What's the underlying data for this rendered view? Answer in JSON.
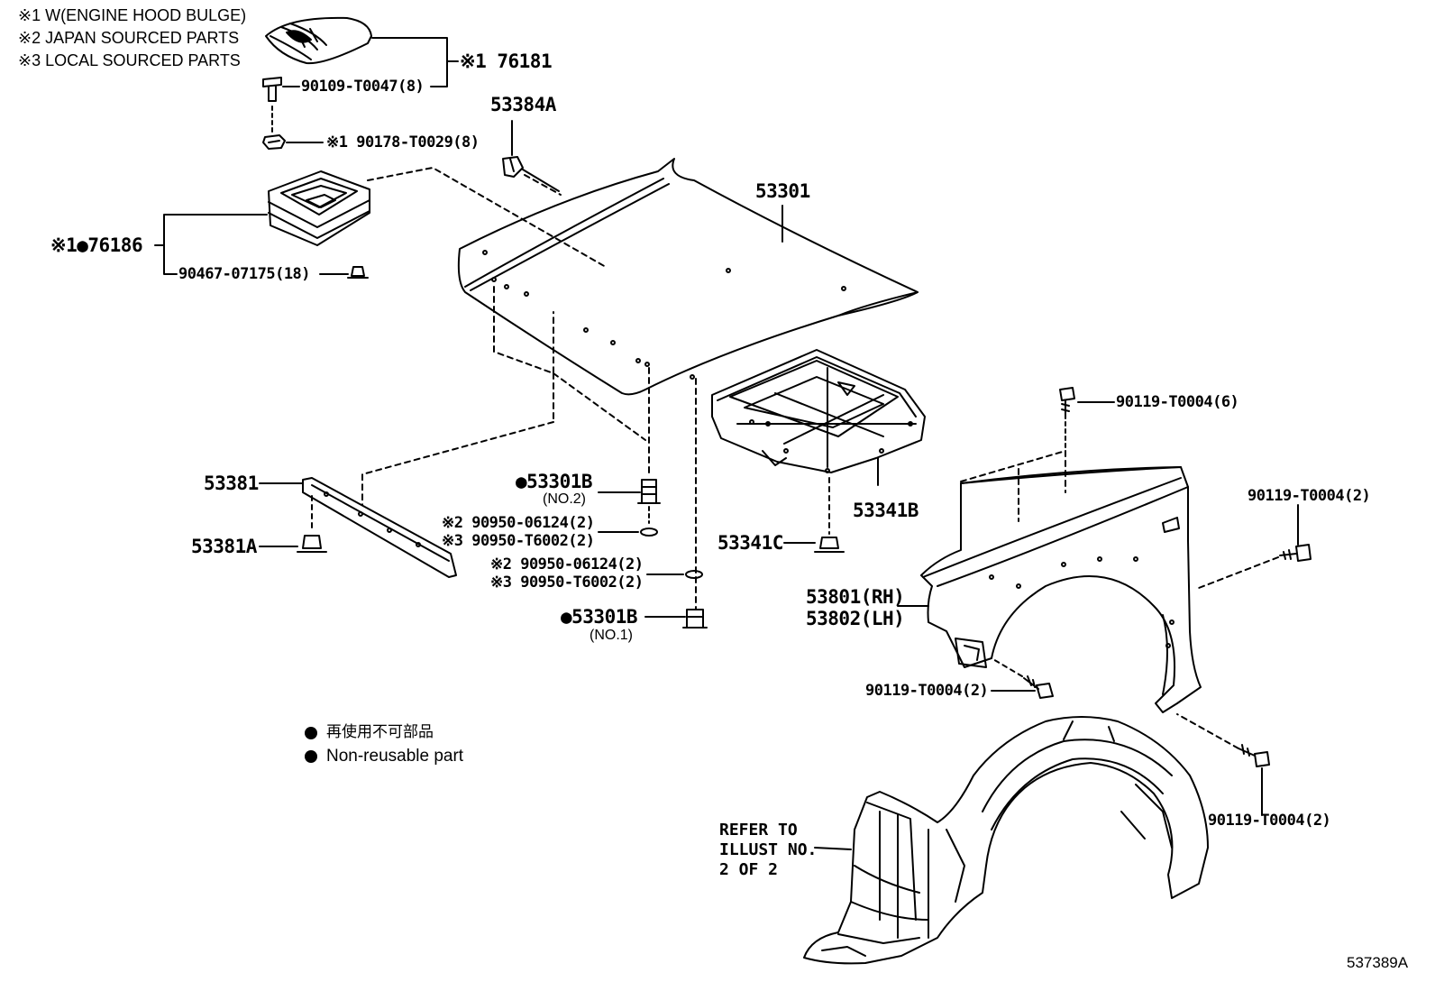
{
  "notes": [
    "※1 W(ENGINE HOOD BULGE)",
    "※2 JAPAN SOURCED PARTS",
    "※3 LOCAL SOURCED PARTS"
  ],
  "labels": {
    "bulge": "※1 76181",
    "bulge_screw": "90109-T0047(8)",
    "bulge_nut": "※1 90178-T0029(8)",
    "bulge_seal": "※1●76186",
    "seal_clip": "90467-07175(18)",
    "stopper_a": "53384A",
    "hood": "53301",
    "insulator": "53341B",
    "insulator_clip": "53341C",
    "seal_strip": "53381",
    "seal_clip_a": "53381A",
    "cushion_no2": "●53301B",
    "cushion_no2_sub": "(NO.2)",
    "plug_a_jp": "※2 90950-06124(2)",
    "plug_a_local": "※3 90950-T6002(2)",
    "plug_b_jp": "※2 90950-06124(2)",
    "plug_b_local": "※3 90950-T6002(2)",
    "cushion_no1": "●53301B",
    "cushion_no1_sub": "(NO.1)",
    "fender_rh": "53801(RH)",
    "fender_lh": "53802(LH)",
    "bolt_top": "90119-T0004(6)",
    "bolt_right": "90119-T0004(2)",
    "bolt_lower": "90119-T0004(2)",
    "bolt_bottom": "90119-T0004(2)"
  },
  "legend": {
    "jp": "再使用不可部品",
    "en": "Non-reusable part"
  },
  "refer": "REFER TO\nILLUST NO.\n2 OF 2",
  "diagram_id": "537389A"
}
